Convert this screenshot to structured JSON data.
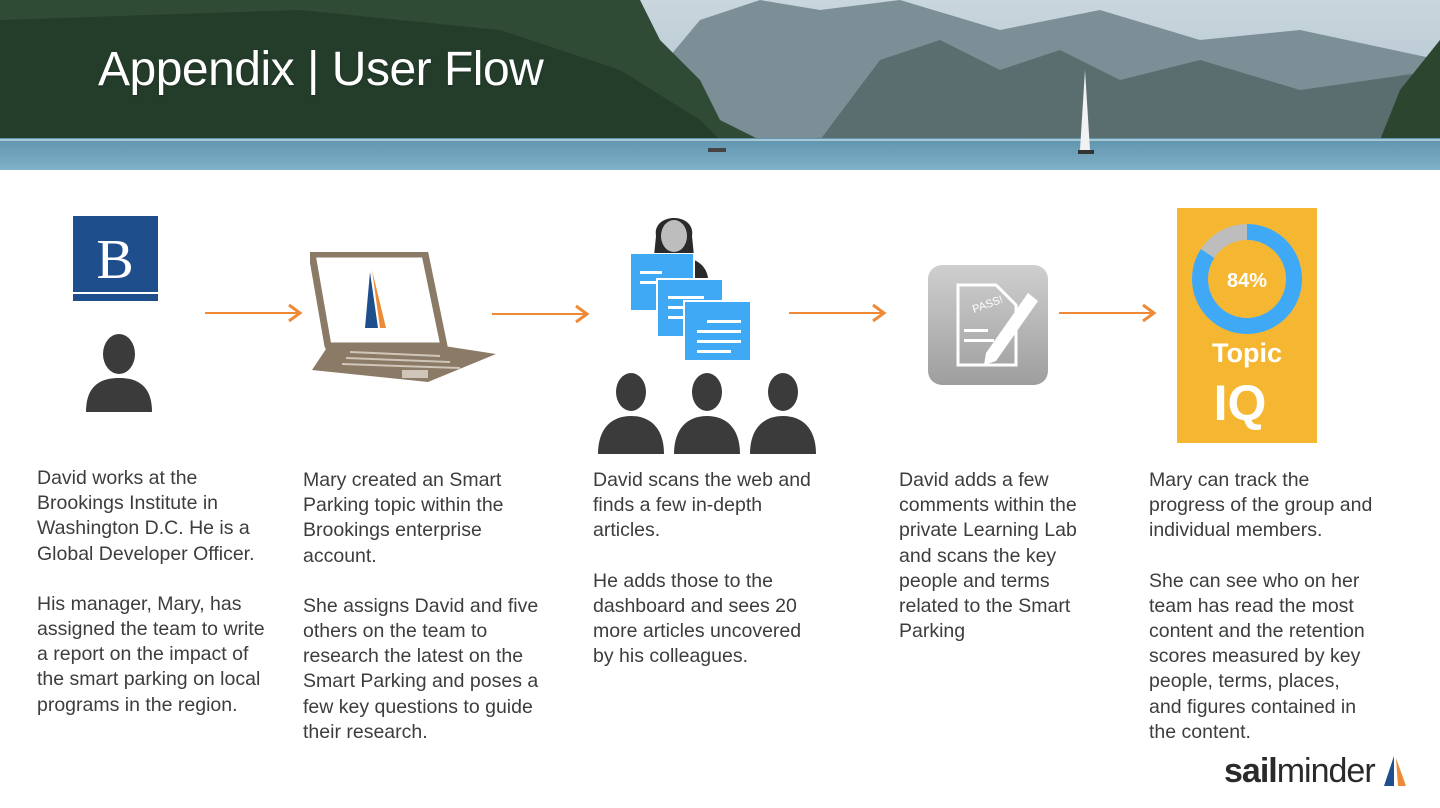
{
  "slide": {
    "title": "Appendix | User Flow"
  },
  "steps": [
    {
      "paragraphs": [
        "David works at the\nBrookings Institute in\nWashington D.C.  He is a\nGlobal Developer Officer.",
        "His manager, Mary, has\nassigned the team to write\na report  on the impact of\nthe smart parking on local\nprograms in the region."
      ]
    },
    {
      "paragraphs": [
        "Mary created an Smart\nParking topic within the\nBrookings enterprise\naccount.",
        "She assigns David and five\nothers on the team to\nresearch the latest on the\nSmart Parking and poses a\nfew key questions to guide\ntheir research."
      ]
    },
    {
      "paragraphs": [
        "David scans the web and\nfinds a few in-depth\narticles.",
        "He adds those to the\ndashboard and sees 20\nmore articles uncovered\nby his colleagues."
      ]
    },
    {
      "paragraphs": [
        "David adds a few\ncomments within the\nprivate Learning Lab\nand scans the key\npeople and terms\nrelated to the Smart\nParking"
      ]
    },
    {
      "paragraphs": [
        "Mary can track the\nprogress of the group and\nindividual members.",
        "She can see who on her\nteam has read the most\ncontent and the retention\nscores measured by key\npeople, terms, places,\nand figures contained in\nthe content."
      ]
    }
  ],
  "brookings_logo": {
    "letter": "B",
    "color": "#1f4e8c"
  },
  "laptop": {
    "color": "#8a7a66"
  },
  "pass_icon": {
    "label": "PASS!"
  },
  "topic_iq": {
    "percent_label": "84%",
    "percent_value": 84,
    "label_topic": "Topic",
    "label_iq": "IQ",
    "card_color": "#f5b731",
    "ring_color": "#3fa9f5",
    "ring_rest_color": "#bdbdbd"
  },
  "brand": {
    "part1": "sail",
    "part2": "minder"
  },
  "colors": {
    "arrow": "#ee8a35",
    "doc_blue": "#3fa9f5",
    "person": "#3b3b3b"
  },
  "icons": [
    "person-icon",
    "laptop-icon",
    "document-icon",
    "people-icon",
    "pass-edit-icon",
    "topic-iq-card",
    "arrow-right-icon"
  ]
}
